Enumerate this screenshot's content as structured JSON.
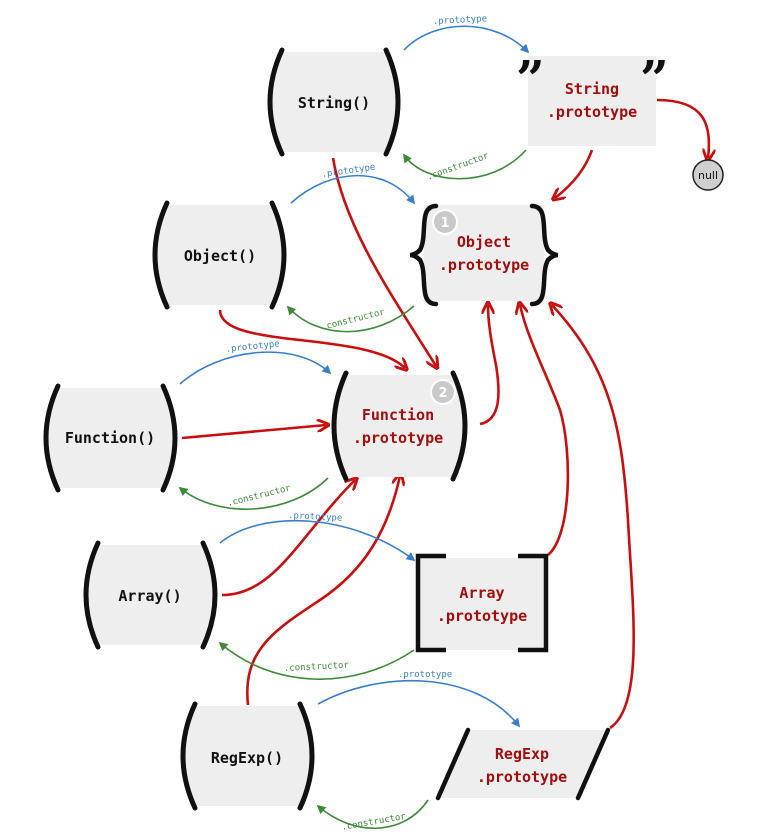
{
  "colors": {
    "proto_link": "#3a7fc9",
    "constructor_link": "#3e8a3a",
    "inheritance": "#c80e0e",
    "node_fill": "#eeeeee",
    "proto_text": "#a30d0d",
    "ctor_text": "#111111"
  },
  "constructors": {
    "string": "String()",
    "object": "Object()",
    "function": "Function()",
    "array": "Array()",
    "regexp": "RegExp()"
  },
  "prototypes": {
    "string": {
      "line1": "String",
      "line2": ".prototype"
    },
    "object": {
      "line1": "Object",
      "line2": ".prototype"
    },
    "function": {
      "line1": "Function",
      "line2": ".prototype"
    },
    "array": {
      "line1": "Array",
      "line2": ".prototype"
    },
    "regexp": {
      "line1": "RegExp",
      "line2": ".prototype"
    }
  },
  "null_label": "null",
  "badges": {
    "object": "1",
    "function": "2"
  },
  "edge_labels": {
    "prototype": ".prototype",
    "constructor": ".constructor"
  },
  "decorations": {
    "string_quote_left": "”",
    "string_quote_right": "”"
  }
}
